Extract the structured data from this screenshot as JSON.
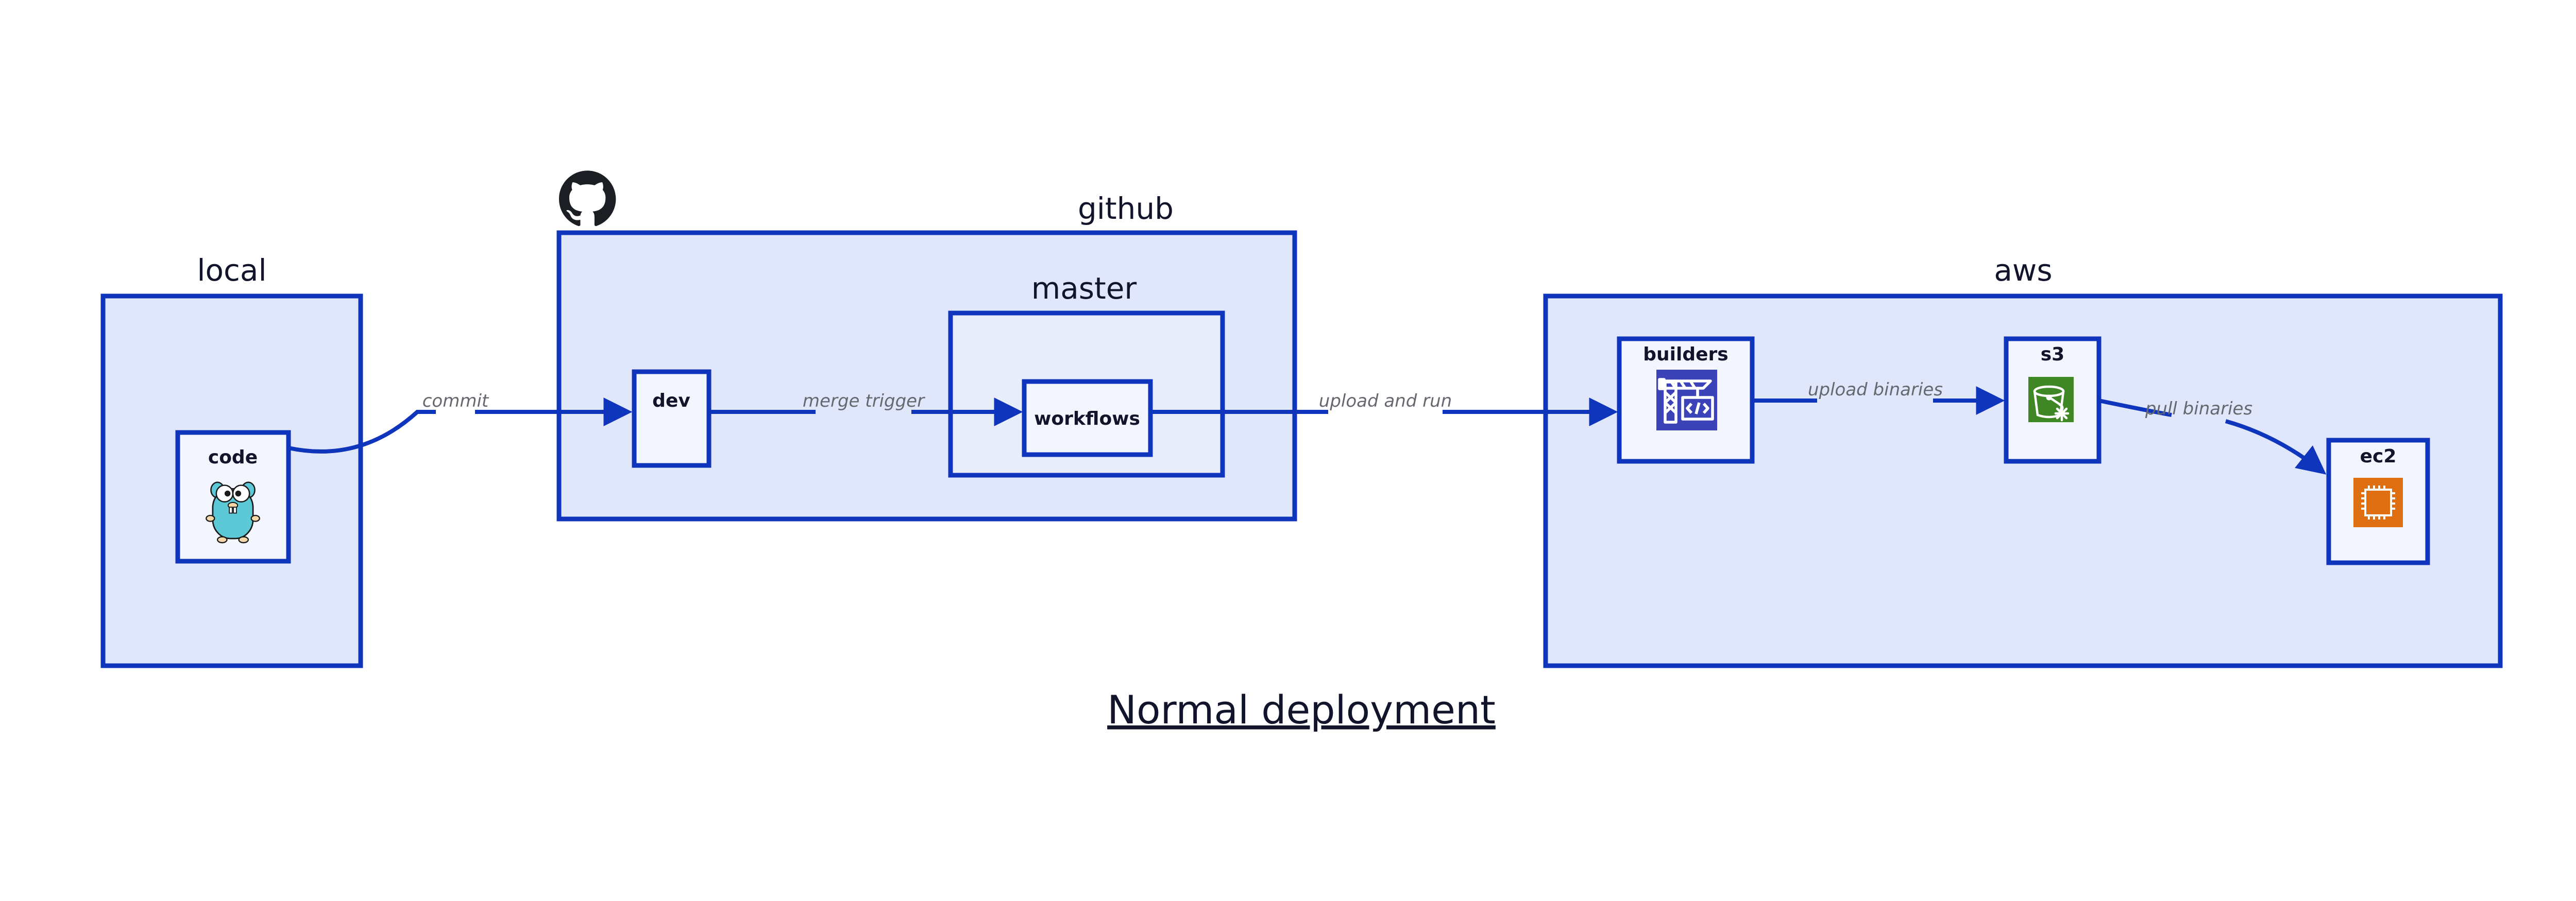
{
  "caption": "Normal deployment",
  "colors": {
    "cluster_fill": "#e1e7fb",
    "subcluster_fill": "#e8edfc",
    "node_fill": "#f3f6fe",
    "border": "#0f35bd",
    "text": "#11142b",
    "edge_label": "#65686f",
    "builders_icon": "#3c43b8",
    "s3_icon": "#3f8624",
    "ec2_icon": "#dd6f10",
    "github_logo": "#1b1f23",
    "gopher_body": "#5dc9d6"
  },
  "clusters": [
    {
      "id": "local",
      "label": "local",
      "nodes": [
        {
          "id": "code",
          "label": "code",
          "icon": "golang-gopher-icon"
        }
      ]
    },
    {
      "id": "github",
      "label": "github",
      "icon": "github-logo-icon",
      "nodes": [
        {
          "id": "dev",
          "label": "dev",
          "icon": "none"
        }
      ],
      "subclusters": [
        {
          "id": "master",
          "label": "master",
          "nodes": [
            {
              "id": "workflows",
              "label": "workflows",
              "icon": "none"
            }
          ]
        }
      ]
    },
    {
      "id": "aws",
      "label": "aws",
      "nodes": [
        {
          "id": "builders",
          "label": "builders",
          "icon": "aws-builders-crane-icon"
        },
        {
          "id": "s3",
          "label": "s3",
          "icon": "aws-s3-bucket-icon"
        },
        {
          "id": "ec2",
          "label": "ec2",
          "icon": "aws-ec2-chip-icon"
        }
      ]
    }
  ],
  "edges": [
    {
      "id": "code-to-dev",
      "from": "code",
      "to": "dev",
      "label": "commit"
    },
    {
      "id": "dev-to-workflows",
      "from": "dev",
      "to": "workflows",
      "label": "merge trigger"
    },
    {
      "id": "workflows-to-builders",
      "from": "workflows",
      "to": "builders",
      "label": "upload and run"
    },
    {
      "id": "builders-to-s3",
      "from": "builders",
      "to": "s3",
      "label": "upload binaries"
    },
    {
      "id": "s3-to-ec2",
      "from": "s3",
      "to": "ec2",
      "label": "pull binaries"
    }
  ]
}
